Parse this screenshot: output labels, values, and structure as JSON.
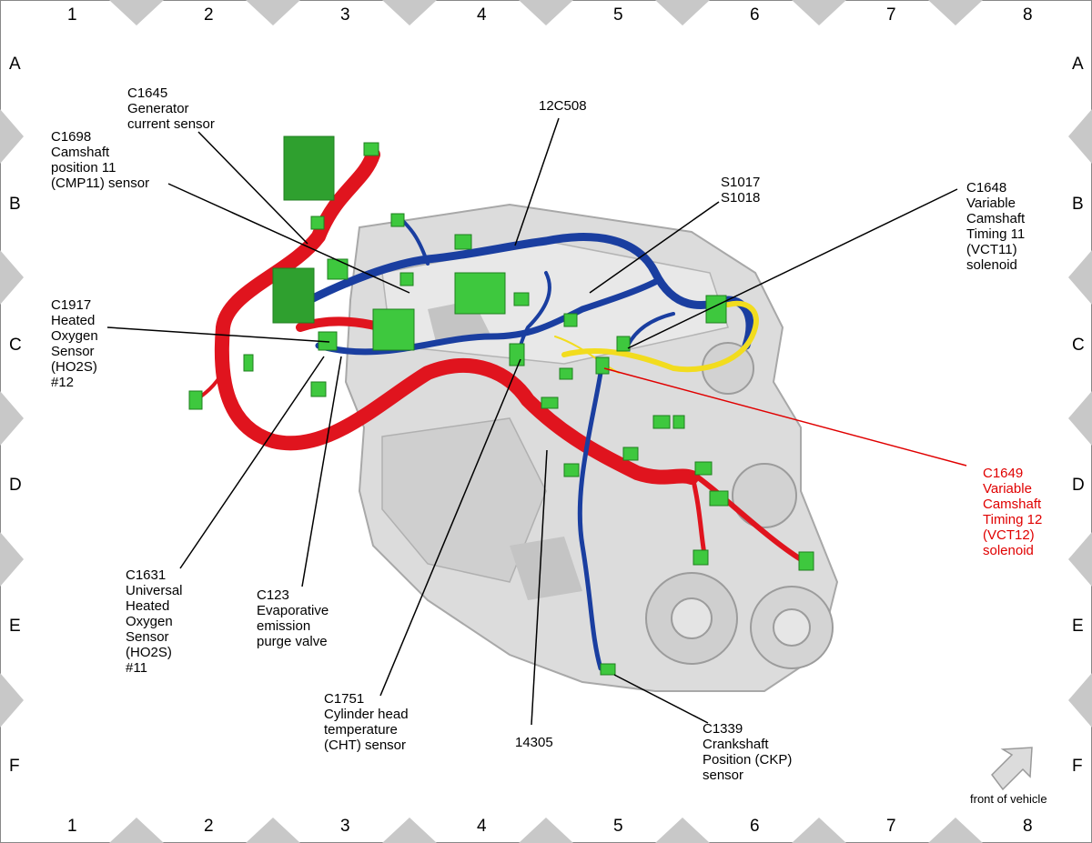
{
  "grid": {
    "columns": [
      "1",
      "2",
      "3",
      "4",
      "5",
      "6",
      "7",
      "8"
    ],
    "rows": [
      "A",
      "B",
      "C",
      "D",
      "E",
      "F"
    ]
  },
  "labels": {
    "c1645": "C1645\nGenerator\ncurrent sensor",
    "c1698": "C1698\nCamshaft\nposition 11\n(CMP11) sensor",
    "p12c508": "12C508",
    "s1017": "S1017\nS1018",
    "c1648": "C1648\nVariable\nCamshaft\nTiming 11\n(VCT11)\nsolenoid",
    "c1917": "C1917\nHeated\nOxygen\nSensor\n(HO2S)\n#12",
    "c1649": "C1649\nVariable\nCamshaft\nTiming 12\n(VCT12)\nsolenoid",
    "c1631": "C1631\nUniversal\nHeated\nOxygen\nSensor\n(HO2S)\n#11",
    "c123": "C123\nEvaporative\nemission\npurge valve",
    "c1751": "C1751\nCylinder head\ntemperature\n(CHT) sensor",
    "p14305": "14305",
    "c1339": "C1339\nCrankshaft\nPosition (CKP)\nsensor"
  },
  "front_of_vehicle": "front of vehicle",
  "colors": {
    "harness_main": "#e0141e",
    "harness_blue": "#1a3ea0",
    "harness_yellow": "#f2dc1e",
    "connector": "#3ec83e",
    "highlight_label": "#e00000",
    "engine": "#d6d6d6"
  }
}
